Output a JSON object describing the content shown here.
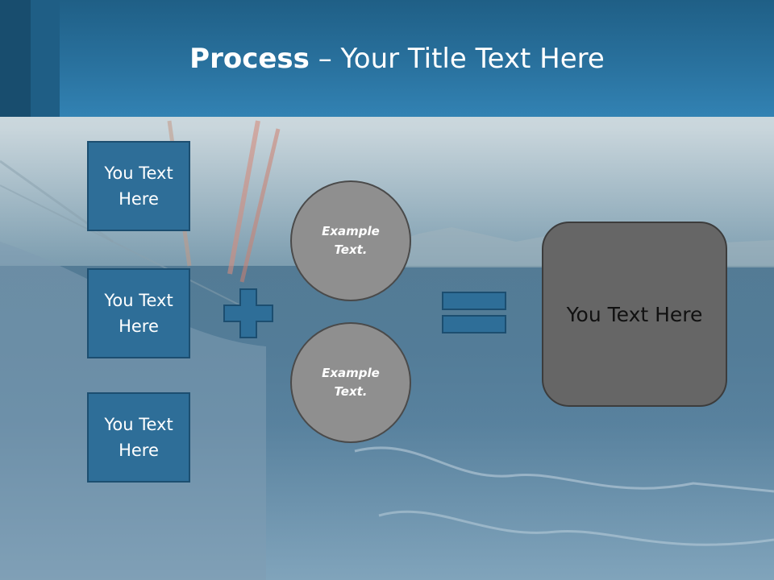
{
  "slide": {
    "title_bold": "Process",
    "title_dash": " – ",
    "title_rest": "Your Title Text Here"
  },
  "left_boxes": [
    {
      "label": "You Text Here"
    },
    {
      "label": "You Text Here"
    },
    {
      "label": "You Text Here"
    }
  ],
  "circles": [
    {
      "label": "Example Text."
    },
    {
      "label": "Example Text."
    }
  ],
  "result": {
    "label": "You Text Here"
  },
  "icons": {
    "plus": "plus-icon",
    "equals": "equals-icon"
  },
  "colors": {
    "header": "#2a73a0",
    "box_fill": "#2e6e98",
    "circle_fill": "#8f8f8f",
    "result_fill": "#666666"
  }
}
